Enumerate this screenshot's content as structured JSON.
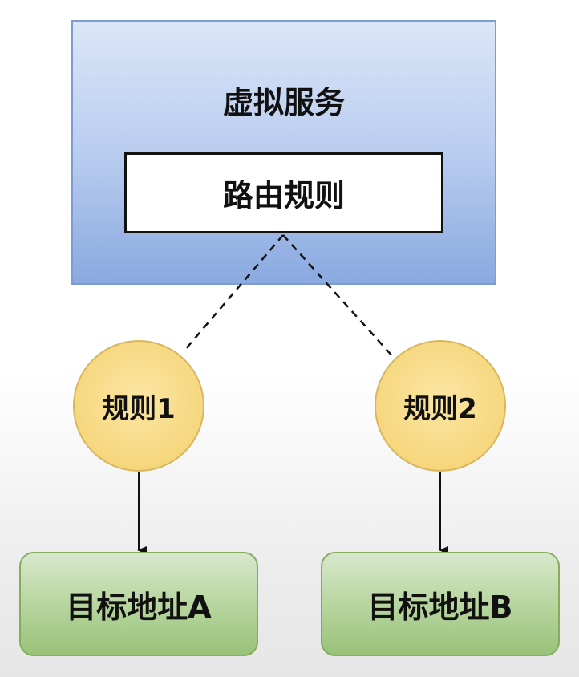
{
  "virtual_service": {
    "label": "虚拟服务"
  },
  "routing_rules": {
    "label": "路由规则"
  },
  "rules": [
    {
      "label": "规则1"
    },
    {
      "label": "规则2"
    }
  ],
  "targets": [
    {
      "label": "目标地址A"
    },
    {
      "label": "目标地址B"
    }
  ],
  "colors": {
    "virtual_service_fill": "#b9cdef",
    "rule_fill": "#f6d77e",
    "target_fill": "#b5d49c"
  }
}
